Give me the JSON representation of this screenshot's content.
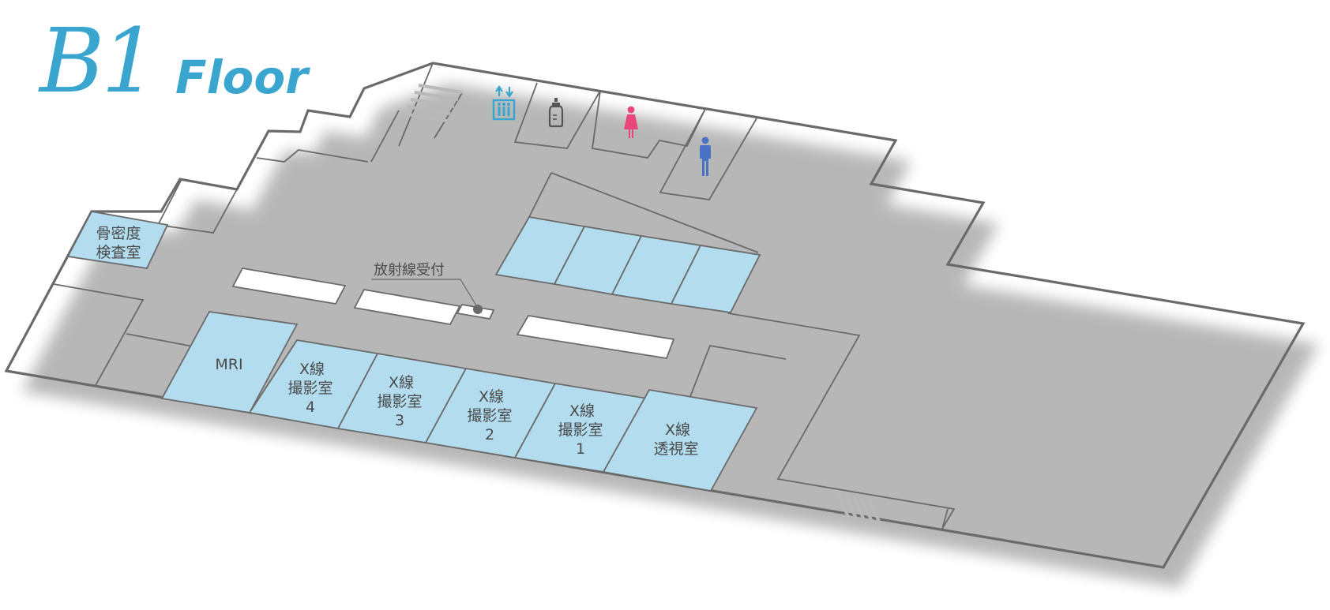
{
  "title": {
    "b1": "B1",
    "floor": "Floor"
  },
  "colors": {
    "title": "#3aa6d0",
    "room_fill": "#b3ddef",
    "wall": "#6a6a6a",
    "female_icon": "#e8477a",
    "male_icon": "#4a72c4",
    "elevator_icon": "#3aa6d0",
    "nursing_icon": "#555555"
  },
  "rooms": {
    "bone_density": {
      "line1": "骨密度",
      "line2": "検査室"
    },
    "mri": {
      "label": "MRI"
    },
    "xray4": {
      "line1": "X線",
      "line2": "撮影室",
      "line3": "4"
    },
    "xray3": {
      "line1": "X線",
      "line2": "撮影室",
      "line3": "3"
    },
    "xray2": {
      "line1": "X線",
      "line2": "撮影室",
      "line3": "2"
    },
    "xray1": {
      "line1": "X線",
      "line2": "撮影室",
      "line3": "1"
    },
    "fluoro": {
      "line1": "X線",
      "line2": "透視室"
    }
  },
  "reception": {
    "label": "放射線受付"
  },
  "icons": {
    "elevator": "elevator-icon",
    "nursing_room": "baby-bottle-icon",
    "womens_restroom": "female-restroom-icon",
    "mens_restroom": "male-restroom-icon",
    "stairs": "stairs-icon"
  }
}
